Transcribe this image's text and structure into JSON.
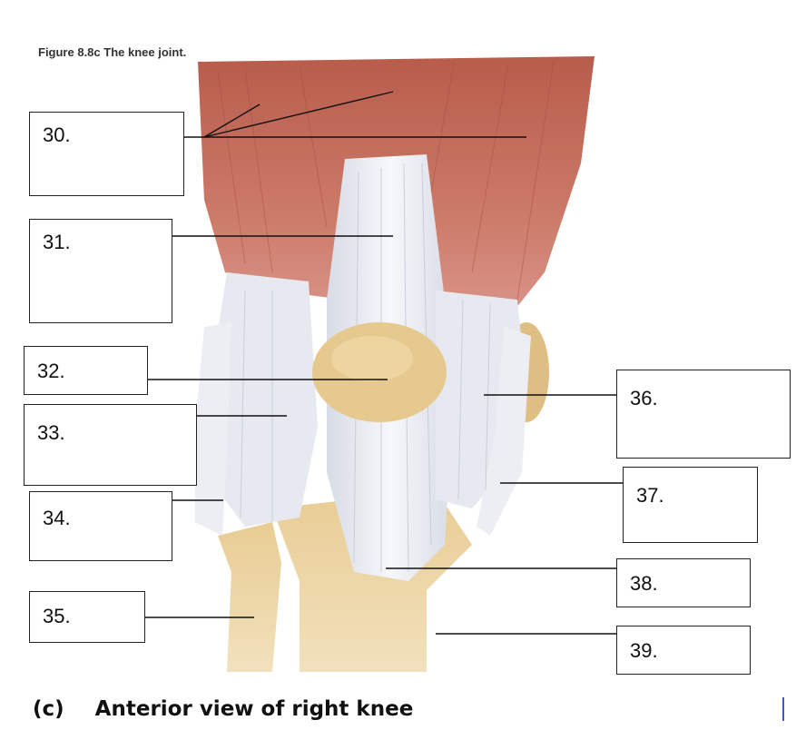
{
  "figure_title": "Figure 8.8c  The knee joint.",
  "labels": [
    "30.",
    "31.",
    "32.",
    "33.",
    "34.",
    "35.",
    "36.",
    "37.",
    "38.",
    "39."
  ],
  "caption": {
    "letter": "(c)",
    "text": "Anterior view of right knee"
  },
  "colors": {
    "muscle": "#c56d5c",
    "tendon": "#e9ebf0",
    "bone": "#e3c48a",
    "leader_line": "#111111"
  }
}
